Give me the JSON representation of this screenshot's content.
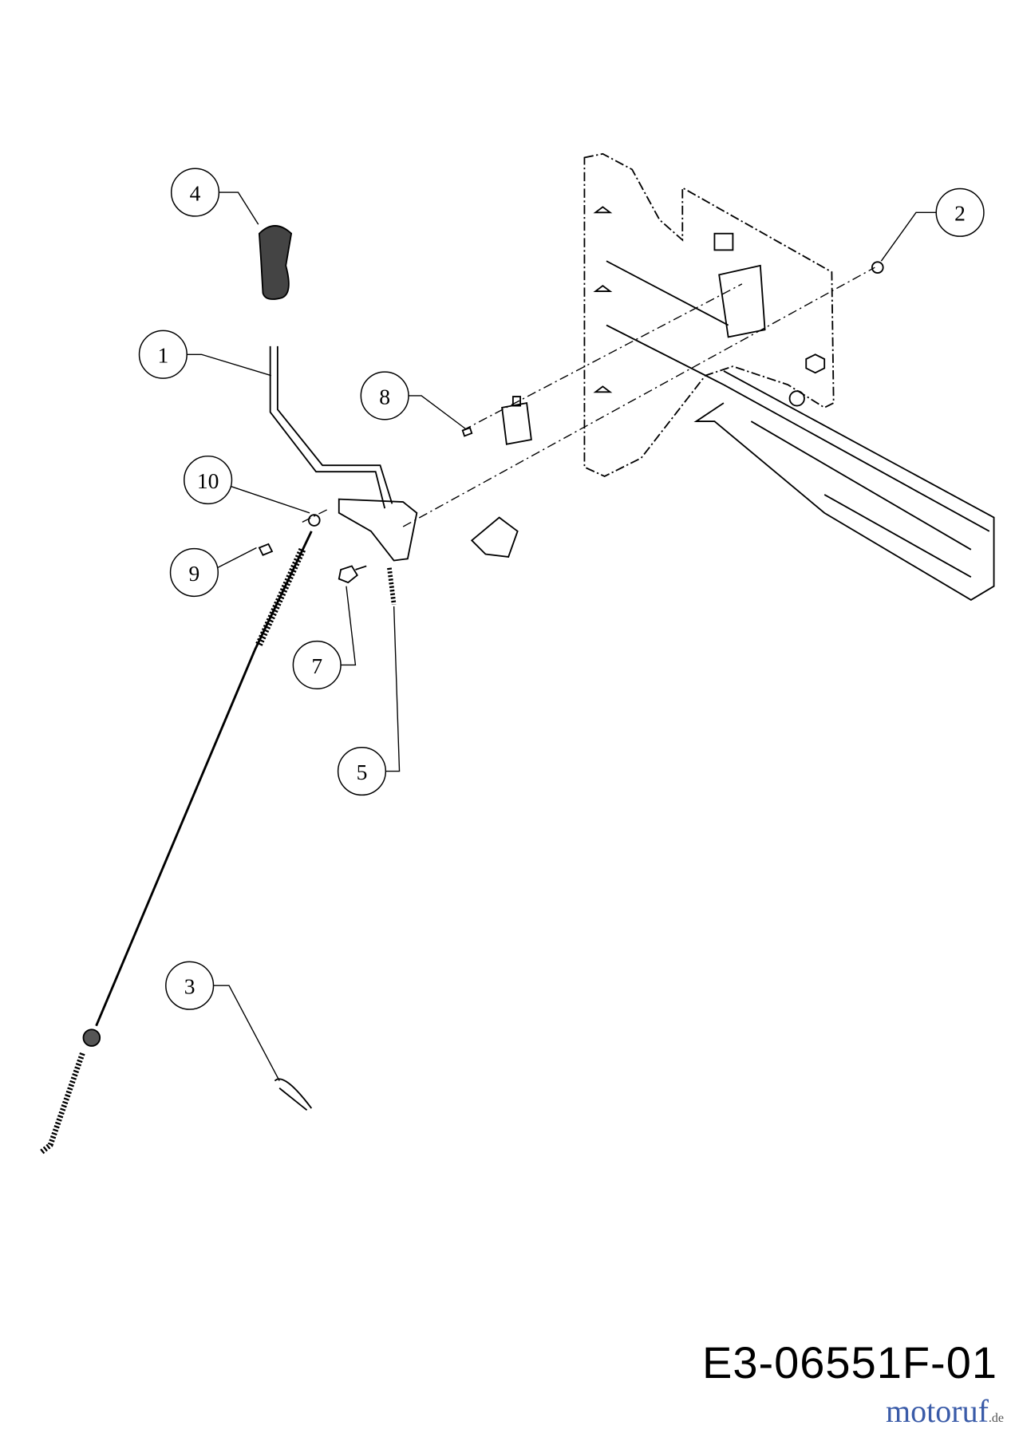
{
  "diagram": {
    "callouts": [
      "1",
      "2",
      "3",
      "4",
      "5",
      "7",
      "8",
      "9",
      "10"
    ],
    "drawing_code": "E3-06551F-01",
    "watermark": {
      "text": "motoruf",
      "suffix": ".de",
      "colors": [
        "#3a5ba8",
        "#3a5ba8",
        "#c22",
        "#e07020",
        "#2a9a3a",
        "#e0489a",
        "#e0a020"
      ]
    }
  }
}
